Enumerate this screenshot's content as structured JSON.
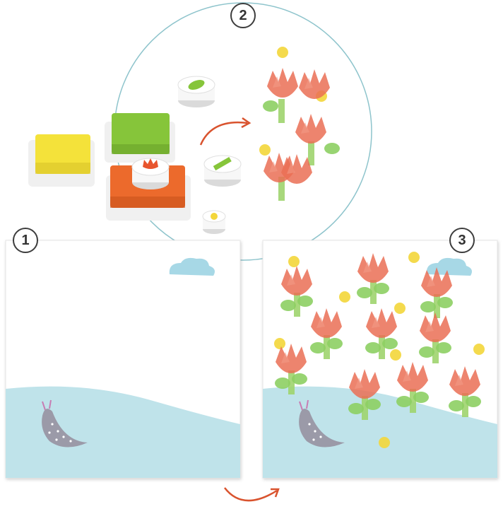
{
  "steps": [
    {
      "number": "1"
    },
    {
      "number": "2"
    },
    {
      "number": "3"
    }
  ],
  "colors": {
    "circle_outline": "#8ec4cc",
    "arrow": "#d9532e",
    "water": "#bfe3ea",
    "cloud": "#a7d8e6",
    "flower": "#ea6e55",
    "leaf": "#8dcf63",
    "dot": "#f3d63a",
    "pad_yellow": "#f4e23a",
    "pad_green": "#86c53a",
    "pad_orange": "#ec6a2c",
    "slug": "#9b9aa8"
  },
  "icons": [
    "ink-pad-yellow",
    "ink-pad-green",
    "ink-pad-orange",
    "tulip-stamp",
    "leaf-stamp",
    "stem-stamp",
    "dot-stamp",
    "curved-arrow-icon",
    "slug-icon",
    "cloud-icon"
  ]
}
